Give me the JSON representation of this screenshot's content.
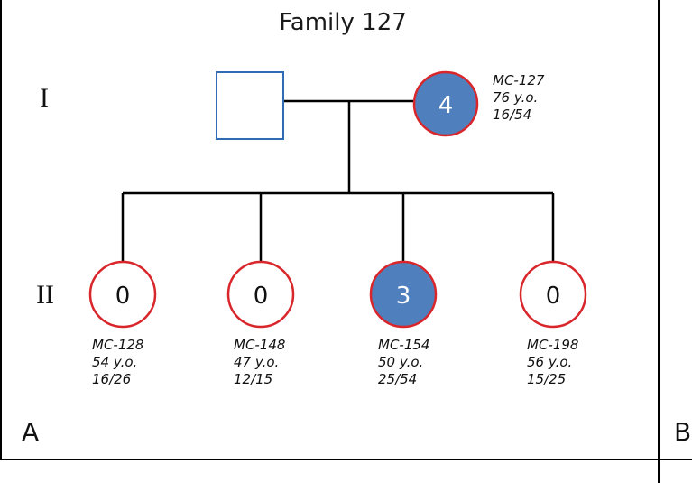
{
  "title": "Family 127",
  "panel_left": "A",
  "panel_right": "B",
  "generations": {
    "g1": "I",
    "g2": "II"
  },
  "colors": {
    "affected_fill": "#4f7fbd",
    "circle_stroke": "#d9262b",
    "square_stroke": "#2e6db4",
    "line": "#000000"
  },
  "parents": {
    "father": {
      "affected": false
    },
    "mother": {
      "count": "4",
      "affected": true,
      "id": "MC-127",
      "age": "76 y.o.",
      "ratio": "16/54"
    }
  },
  "children": [
    {
      "count": "0",
      "affected": false,
      "id": "MC-128",
      "age": "54 y.o.",
      "ratio": "16/26"
    },
    {
      "count": "0",
      "affected": false,
      "id": "MC-148",
      "age": "47 y.o.",
      "ratio": "12/15"
    },
    {
      "count": "3",
      "affected": true,
      "id": "MC-154",
      "age": "50 y.o.",
      "ratio": "25/54"
    },
    {
      "count": "0",
      "affected": false,
      "id": "MC-198",
      "age": "56 y.o.",
      "ratio": "15/25"
    }
  ]
}
